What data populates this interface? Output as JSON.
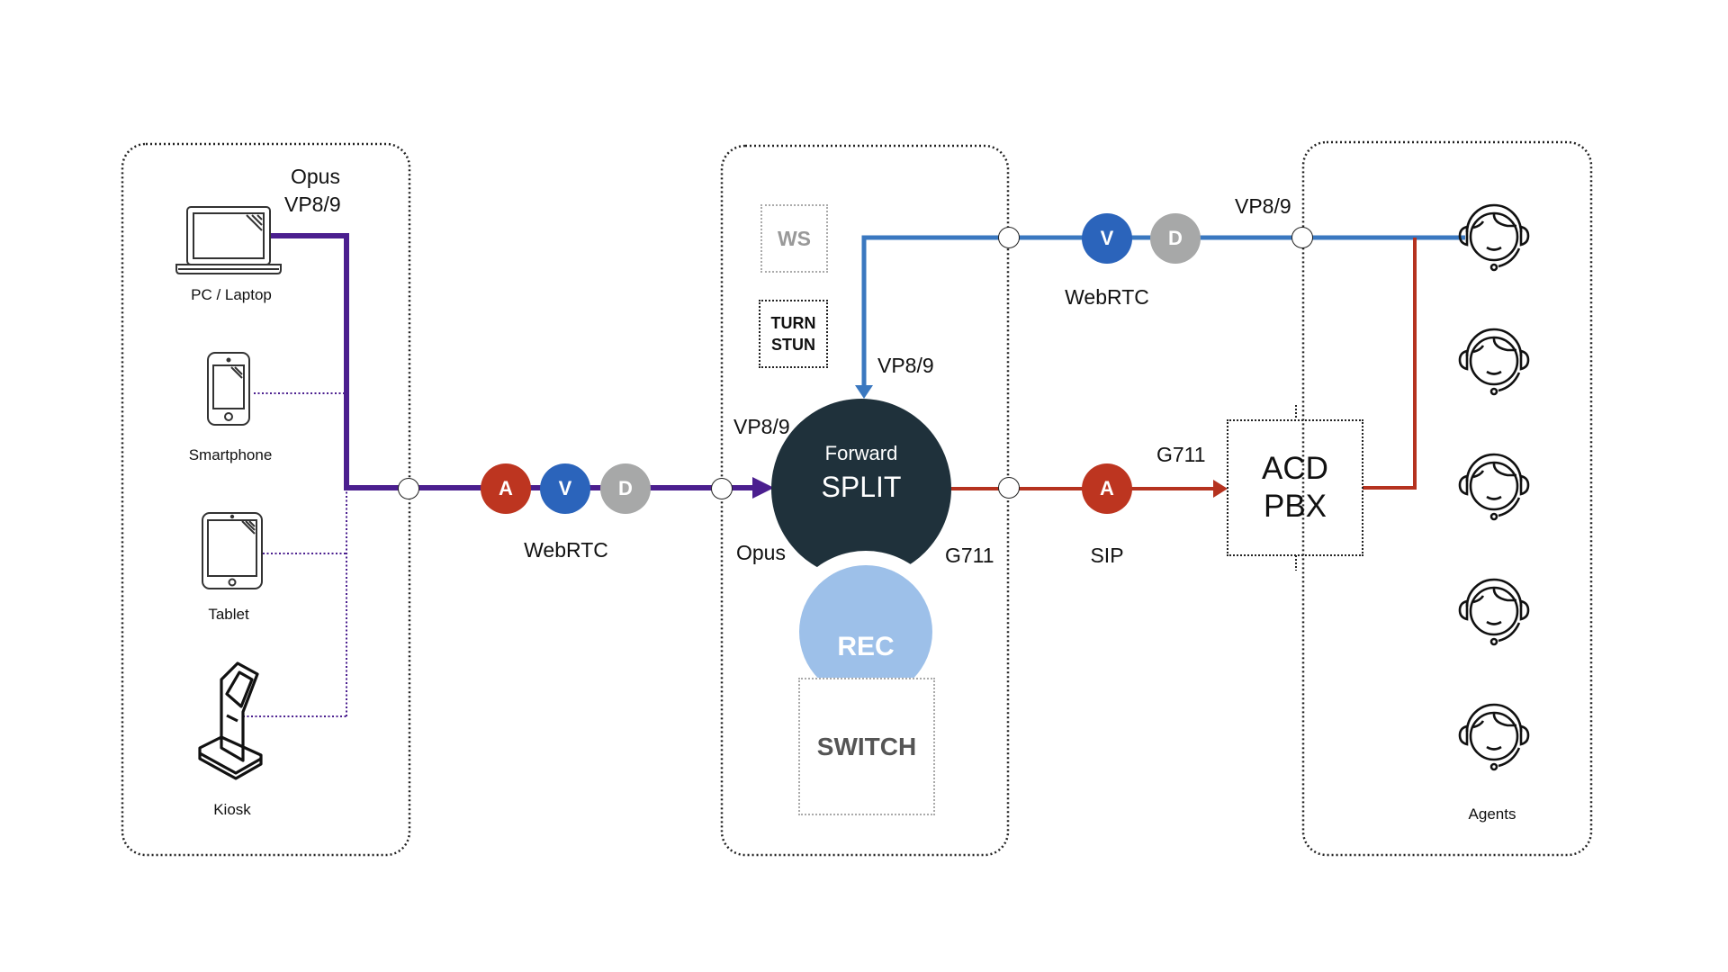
{
  "colors": {
    "client_line": "#4b1f8f",
    "video_line": "#3a78c0",
    "audio_line": "#b5321f",
    "badge_audio": "#bd3520",
    "badge_video": "#2b64bb",
    "badge_data": "#a7a8a8",
    "split_fill": "#1f313b",
    "rec_fill": "#9dc0e9"
  },
  "clients": {
    "codec_labels": [
      "Opus",
      "VP8/9"
    ],
    "devices": [
      {
        "icon": "laptop-icon",
        "label": "PC / Laptop"
      },
      {
        "icon": "smartphone-icon",
        "label": "Smartphone"
      },
      {
        "icon": "tablet-icon",
        "label": "Tablet"
      },
      {
        "icon": "kiosk-icon",
        "label": "Kiosk"
      }
    ]
  },
  "client_link": {
    "badges": [
      "A",
      "V",
      "D"
    ],
    "protocol": "WebRTC"
  },
  "server": {
    "ws_label": "WS",
    "turn_label": "TURN",
    "stun_label": "STUN",
    "split_top": "Forward",
    "split_main": "SPLIT",
    "rec_label": "REC",
    "switch_label": "SWITCH",
    "codec_in_video": "VP8/9",
    "codec_in_audio": "Opus",
    "codec_out_audio": "G711",
    "codec_video_down": "VP8/9"
  },
  "agent_video_link": {
    "badges": [
      "V",
      "D"
    ],
    "protocol": "WebRTC",
    "codec": "VP8/9"
  },
  "sip_link": {
    "badges": [
      "A"
    ],
    "protocol": "SIP",
    "codec": "G711"
  },
  "pbx": {
    "line1": "ACD",
    "line2": "PBX"
  },
  "agents": {
    "count": 5,
    "label": "Agents"
  }
}
